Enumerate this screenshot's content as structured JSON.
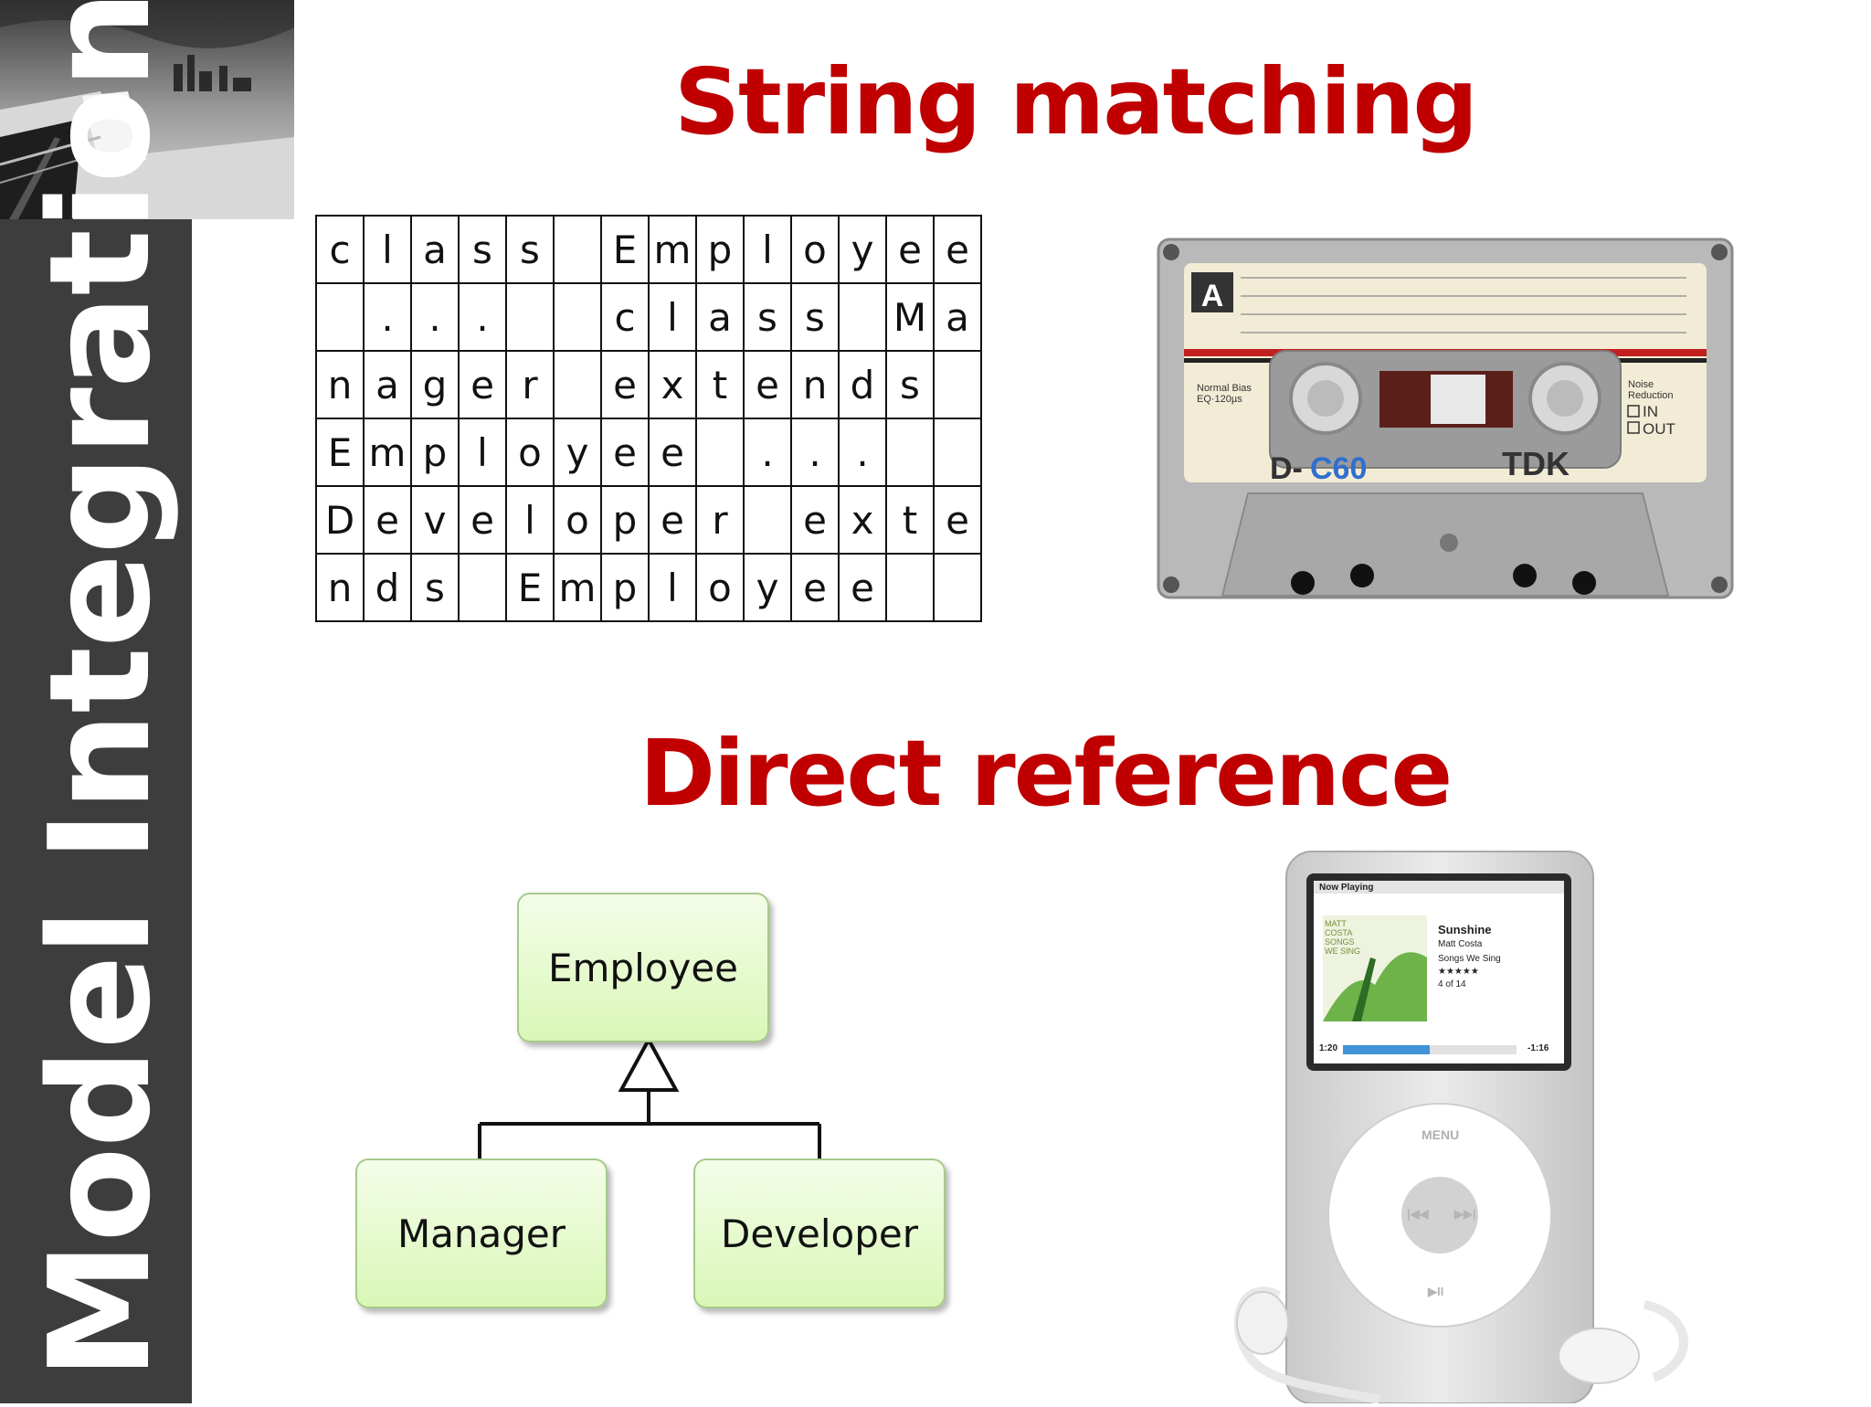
{
  "slide": {
    "section_title": "Model Integration",
    "heading_string": "String matching",
    "heading_direct": "Direct reference",
    "accent_color": "#c00000"
  },
  "char_grid": {
    "rows": [
      [
        "c",
        "l",
        "a",
        "s",
        "s",
        "",
        "E",
        "m",
        "p",
        "l",
        "o",
        "y",
        "e",
        "e"
      ],
      [
        "",
        ".",
        ".",
        ".",
        "",
        "",
        "c",
        "l",
        "a",
        "s",
        "s",
        "",
        "M",
        "a"
      ],
      [
        "n",
        "a",
        "g",
        "e",
        "r",
        "",
        "e",
        "x",
        "t",
        "e",
        "n",
        "d",
        "s",
        ""
      ],
      [
        "E",
        "m",
        "p",
        "l",
        "o",
        "y",
        "e",
        "e",
        "",
        ".",
        ".",
        ".",
        "",
        ""
      ],
      [
        "D",
        "e",
        "v",
        "e",
        "l",
        "o",
        "p",
        "e",
        "r",
        "",
        "e",
        "x",
        "t",
        "e"
      ],
      [
        "n",
        "d",
        "s",
        "",
        "E",
        "m",
        "p",
        "l",
        "o",
        "y",
        "e",
        "e",
        "",
        ""
      ]
    ]
  },
  "cassette": {
    "side": "A",
    "bias": "Normal Bias",
    "eq": "EQ·120µs",
    "model_prefix": "D-",
    "model": "C60",
    "brand": "TDK",
    "noise_label_1": "Noise",
    "noise_label_2": "Reduction",
    "noise_in": "IN",
    "noise_out": "OUT"
  },
  "uml": {
    "parent": "Employee",
    "child_left": "Manager",
    "child_right": "Developer"
  },
  "ipod": {
    "header": "Now Playing",
    "song": "Sunshine",
    "artist": "Matt Costa",
    "album": "Songs We Sing",
    "rating": "★★★★★",
    "track": "4 of 14",
    "elapsed": "1:20",
    "remaining": "-1:16",
    "progress": 0.5,
    "menu": "MENU",
    "album_art_text": "MATT COSTA SONGS WE SING"
  }
}
